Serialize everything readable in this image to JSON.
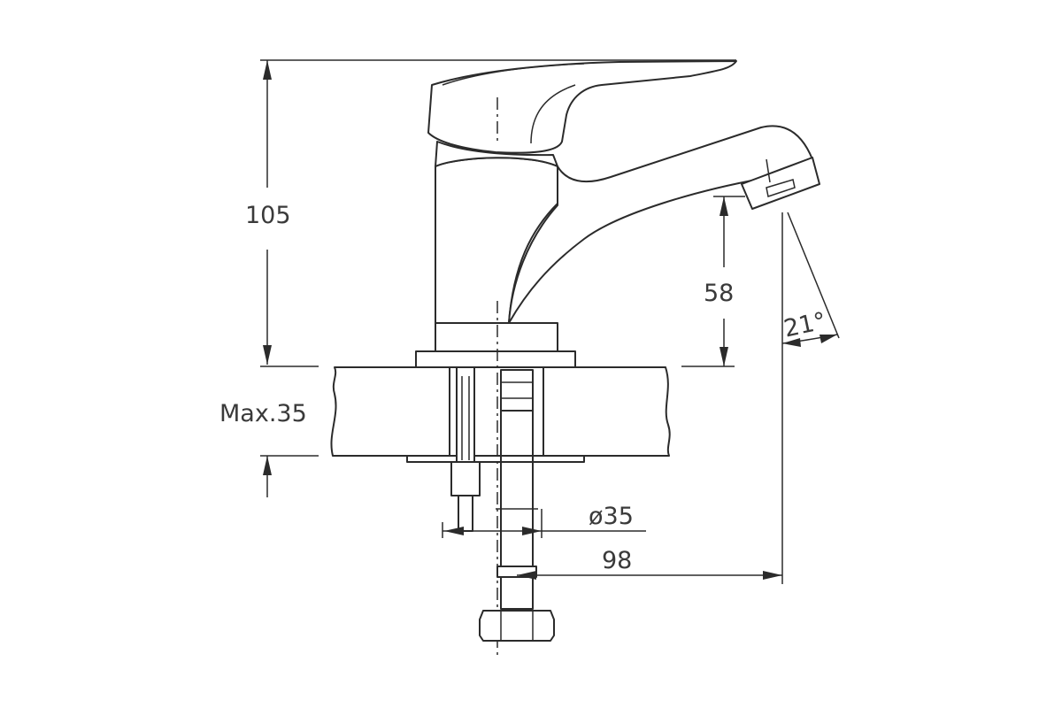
{
  "dimensions": {
    "total_height": "105",
    "spout_height": "58",
    "max_thickness": "Max.35",
    "hole_diameter": "ø35",
    "reach": "98",
    "spout_angle": "21°"
  }
}
